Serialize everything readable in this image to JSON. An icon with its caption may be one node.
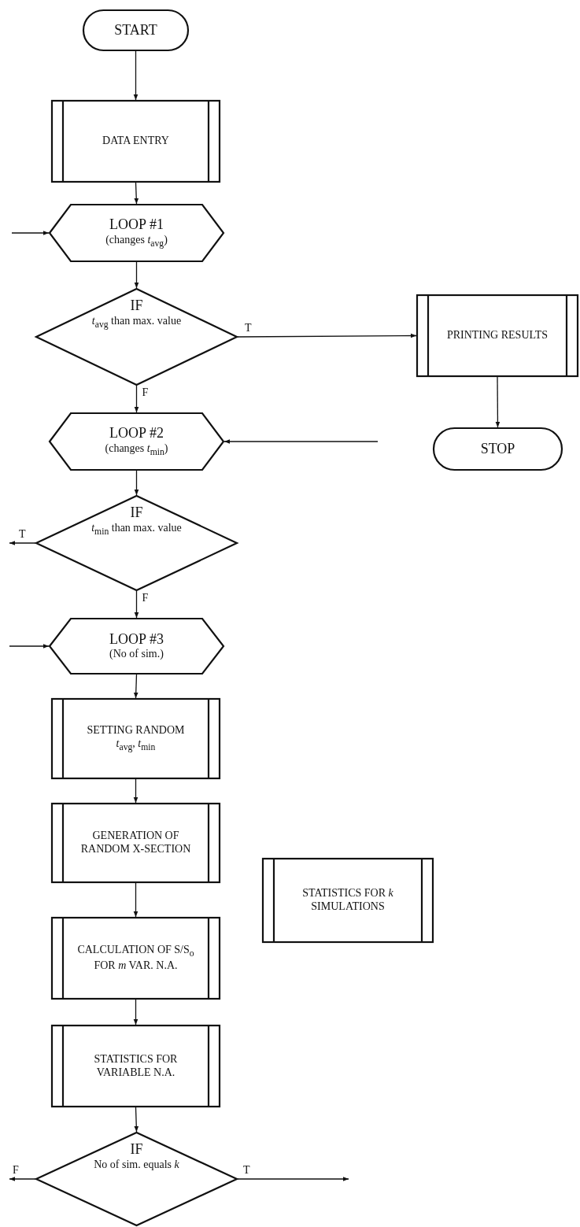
{
  "diagram": {
    "nodes": [
      {
        "text": [
          "START"
        ]
      },
      {
        "text": [
          "DATA ENTRY"
        ]
      },
      {
        "text": [
          "LOOP #1",
          "(changes *t*$_{avg}$)"
        ]
      },
      {
        "text": [
          "IF",
          "*t*$_{avg}$ than max. value"
        ]
      },
      {
        "text": [
          "PRINTING RESULTS"
        ]
      },
      {
        "text": [
          "STOP"
        ]
      },
      {
        "text": [
          "LOOP #2",
          "(changes *t*$_{min}$)"
        ]
      },
      {
        "text": [
          "IF",
          "*t*$_{min}$ than max. value"
        ]
      },
      {
        "text": [
          "LOOP #3",
          "(No of sim.)"
        ]
      },
      {
        "text": [
          "SETTING RANDOM",
          "*t*$_{avg}$, *t*$_{min}$"
        ]
      },
      {
        "text": [
          "GENERATION OF RANDOM X-SECTION"
        ]
      },
      {
        "text": [
          "STATISTICS FOR *k* SIMULATIONS"
        ]
      },
      {
        "text": [
          "CALCULATION OF S/S$_{o}$ FOR *m* VAR. N.A."
        ]
      },
      {
        "text": [
          "STATISTICS FOR VARIABLE N.A."
        ]
      },
      {
        "text": [
          "IF",
          "No of sim. equals *k*"
        ]
      }
    ],
    "edges": [
      {
        "from": 0,
        "to": 1,
        "arrow": "to"
      },
      {
        "from": 1,
        "to": 2,
        "arrow": "to"
      },
      {
        "from": 2,
        "to": 3,
        "arrow": "to"
      },
      {
        "from": 3,
        "to": 4,
        "arrow": "to",
        "label": "T"
      },
      {
        "from": 4,
        "to": 5,
        "arrow": "to"
      },
      {
        "from": 3,
        "to": 6,
        "arrow": "to",
        "label": "F"
      },
      {
        "from": null,
        "to": 2,
        "arrow": "to"
      },
      {
        "from": null,
        "to": 6,
        "arrow": "to"
      },
      {
        "from": 6,
        "to": 7,
        "arrow": "to"
      },
      {
        "from": 7,
        "to": null,
        "arrow": "to",
        "label": "T"
      },
      {
        "from": 7,
        "to": 8,
        "arrow": "to",
        "label": "F"
      },
      {
        "from": null,
        "to": 8,
        "arrow": "to"
      },
      {
        "from": 8,
        "to": 9,
        "arrow": "to"
      },
      {
        "from": 9,
        "to": 10,
        "arrow": "to"
      },
      {
        "from": 10,
        "to": 12,
        "arrow": "to"
      },
      {
        "from": 12,
        "to": 13,
        "arrow": "to"
      },
      {
        "from": 13,
        "to": 14,
        "arrow": "to"
      },
      {
        "from": 14,
        "to": null,
        "arrow": "to",
        "label": "F"
      },
      {
        "from": 14,
        "to": null,
        "arrow": "to",
        "label": "T"
      }
    ]
  }
}
